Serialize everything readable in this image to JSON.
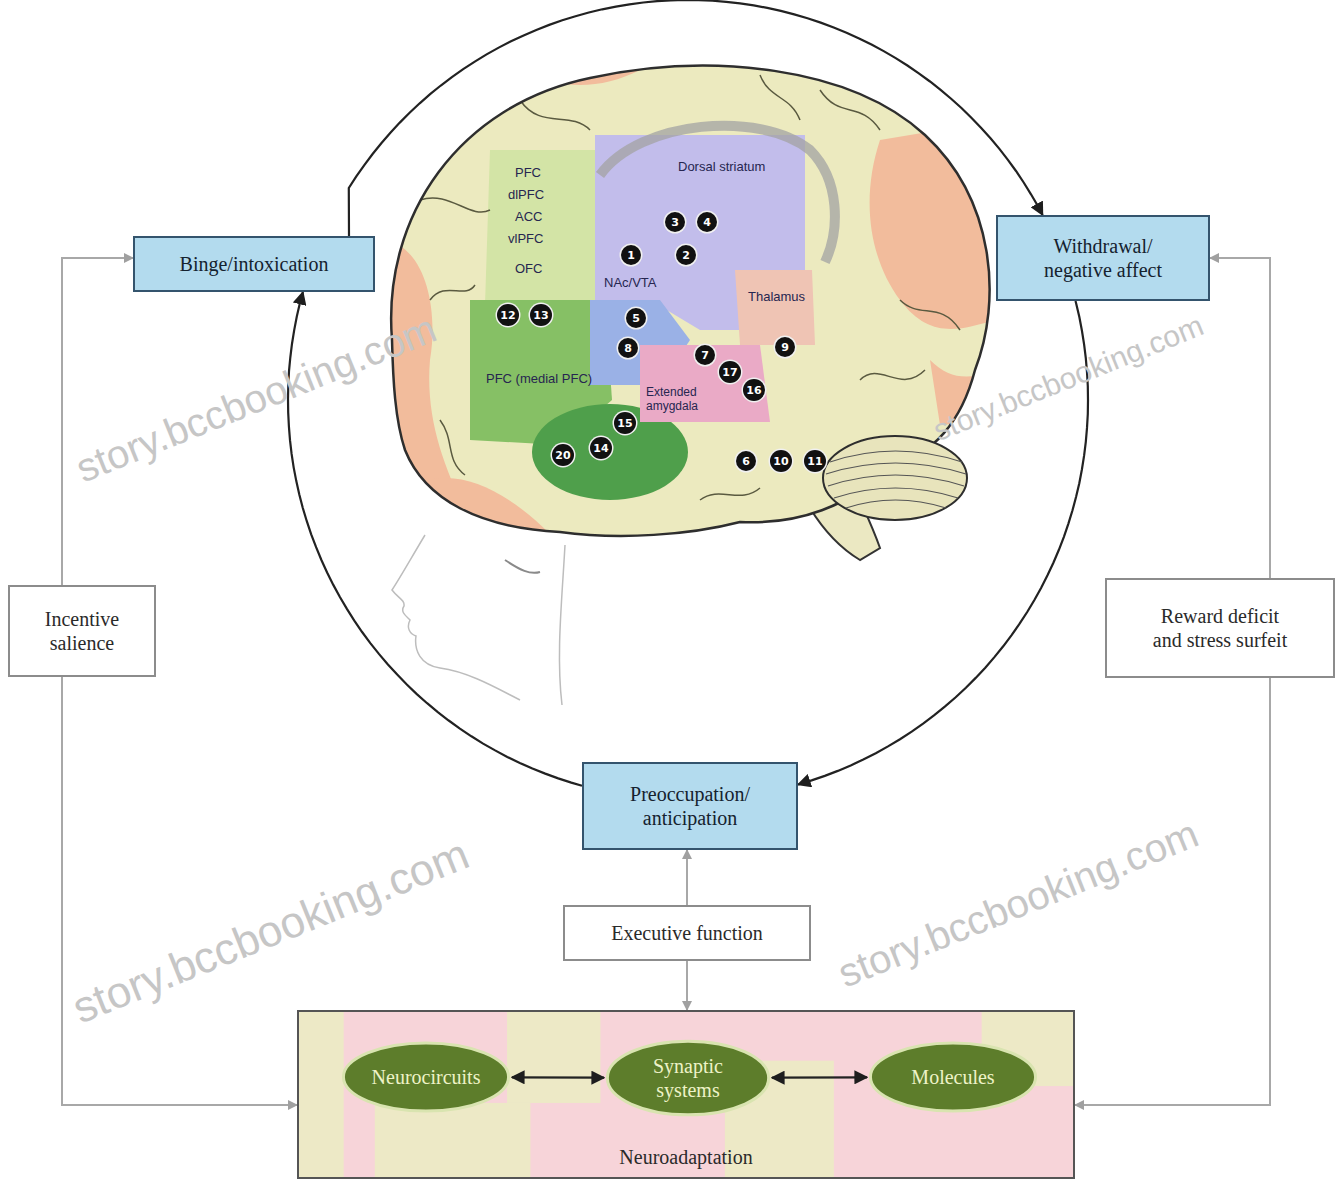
{
  "diagram": {
    "nodes": [
      {
        "text": [
          "Binge/intoxication"
        ]
      },
      {
        "text": [
          "Withdrawal/ negative affect"
        ]
      },
      {
        "text": [
          "Incentive salience"
        ]
      },
      {
        "text": [
          "Reward deficit and stress surfeit"
        ]
      },
      {
        "text": [
          "Preoccupation/ anticipation"
        ]
      },
      {
        "text": [
          "Executive function"
        ]
      },
      {
        "text": [
          "Neuroadaptation"
        ]
      },
      {
        "text": [
          "Neurocircuits"
        ],
        "in": 6
      },
      {
        "text": [
          "Synaptic systems"
        ],
        "in": 6
      },
      {
        "text": [
          "Molecules"
        ],
        "in": 6
      }
    ],
    "edges": [
      {
        "from": 0,
        "to": 1,
        "arrow": "to"
      },
      {
        "from": 1,
        "to": 4,
        "arrow": "to"
      },
      {
        "from": 4,
        "to": 0,
        "arrow": "to"
      },
      {
        "from": 2,
        "to": 0,
        "arrow": "to"
      },
      {
        "from": 2,
        "to": 6,
        "arrow": "to"
      },
      {
        "from": 3,
        "to": 1,
        "arrow": "to"
      },
      {
        "from": 3,
        "to": 6,
        "arrow": "to"
      },
      {
        "from": 5,
        "to": 4,
        "arrow": "to"
      },
      {
        "from": 5,
        "to": 6,
        "arrow": "to"
      },
      {
        "from": 7,
        "to": 8,
        "arrow": "both"
      },
      {
        "from": 8,
        "to": 9,
        "arrow": "both"
      }
    ],
    "labels": [
      "PFC",
      "dlPFC",
      "ACC",
      "vlPFC",
      "OFC",
      "Dorsal striatum",
      "NAc/VTA",
      "Thalamus",
      "Extended amygdala",
      "PFC (medial PFC)",
      "3",
      "4",
      "1",
      "2",
      "12",
      "13",
      "5",
      "8",
      "7",
      "17",
      "16",
      "9",
      "6",
      "10",
      "11",
      "20",
      "14",
      "15",
      "story.bccbooking.com",
      "story.bccbooking.com",
      "story.bccbooking.com",
      "story.bccbooking.com"
    ]
  }
}
